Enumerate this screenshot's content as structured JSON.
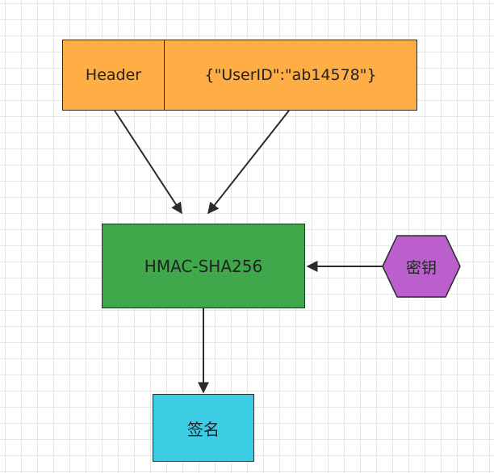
{
  "diagram": {
    "nodes": {
      "header": {
        "label": "Header",
        "fill": "#ffad45"
      },
      "payload": {
        "label": "{\"UserID\":\"ab14578\"}",
        "fill": "#ffad45"
      },
      "hmac": {
        "label": "HMAC-SHA256",
        "fill": "#3fa84a"
      },
      "key": {
        "label": "密钥",
        "fill": "#bb5fcc",
        "shape": "hexagon"
      },
      "signature": {
        "label": "签名",
        "fill": "#3ccde4"
      }
    },
    "edges": [
      {
        "from": "header",
        "to": "hmac"
      },
      {
        "from": "payload",
        "to": "hmac"
      },
      {
        "from": "key",
        "to": "hmac"
      },
      {
        "from": "hmac",
        "to": "signature"
      }
    ],
    "colors": {
      "stroke": "#2b2b2b",
      "grid": "#e6e6e6"
    }
  }
}
